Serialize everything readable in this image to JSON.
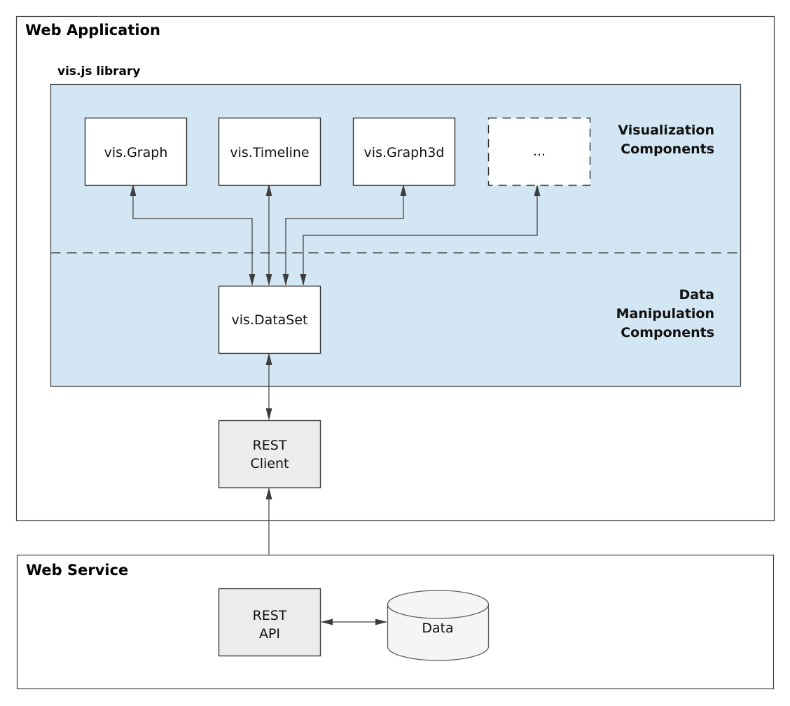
{
  "web_application": {
    "title": "Web Application",
    "library_label": "vis.js library",
    "boxes": {
      "graph": "vis.Graph",
      "timeline": "vis.Timeline",
      "graph3d": "vis.Graph3d",
      "ellipsis": "...",
      "dataset": "vis.DataSet"
    },
    "section_labels": {
      "visualization": [
        "Visualization",
        "Components"
      ],
      "data_manipulation": [
        "Data",
        "Manipulation",
        "Components"
      ]
    },
    "rest_client": {
      "line1": "REST",
      "line2": "Client"
    }
  },
  "web_service": {
    "title": "Web Service",
    "rest_api": {
      "line1": "REST",
      "line2": "API"
    },
    "database_label": "Data"
  },
  "colors": {
    "library_fill": "#d3e6f3",
    "gray_box_fill": "#ececec",
    "cylinder_fill": "#f5f5f5",
    "line": "#3d3d3d"
  }
}
